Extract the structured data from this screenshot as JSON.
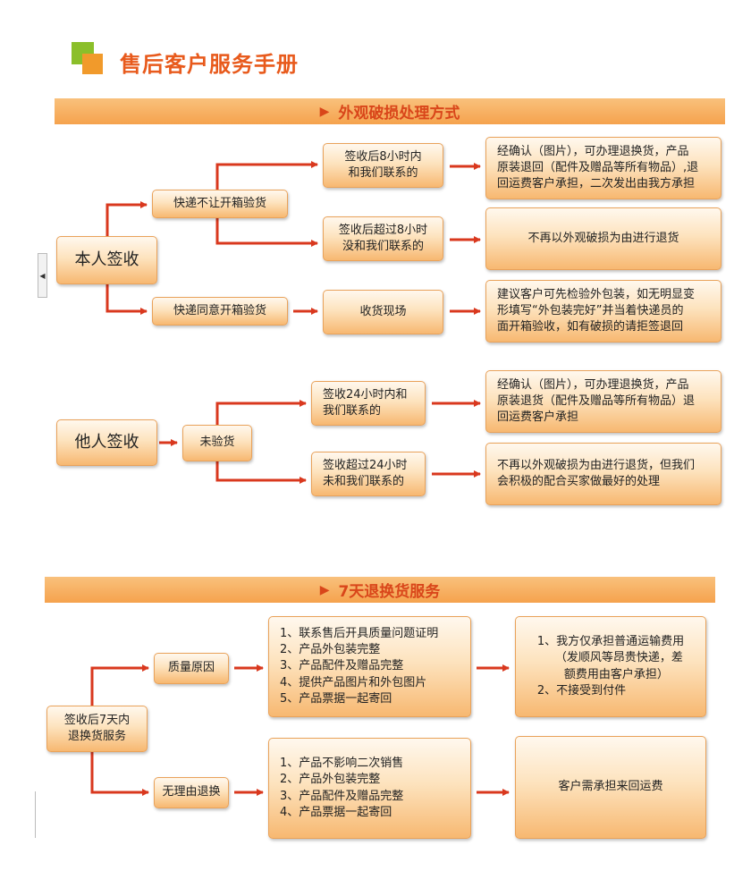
{
  "header": {
    "title": "售后客户服务手册"
  },
  "section1": {
    "title": "外观破损处理方式",
    "self_sign": "本人签收",
    "no_inspect": "快递不让开箱验货",
    "within8": [
      "签收后8小时内",
      "和我们联系的"
    ],
    "within8_result": [
      "经确认（图片），可办理退换货，产品",
      "原装退回（配件及赠品等所有物品）,退",
      "回运费客户承担，二次发出由我方承担"
    ],
    "over8": [
      "签收后超过8小时",
      "没和我们联系的"
    ],
    "over8_result": "不再以外观破损为由进行退货",
    "inspect": "快递同意开箱验货",
    "onsite": "收货现场",
    "onsite_result": [
      "建议客户可先检验外包装，如无明显变",
      "形填写“外包装完好”并当着快递员的",
      "面开箱验收，如有破损的请拒签退回"
    ],
    "other_sign": "他人签收",
    "not_inspected": "未验货",
    "within24": [
      "签收24小时内和",
      "我们联系的"
    ],
    "within24_result": [
      "经确认（图片），可办理退换货，产品",
      "原装退货（配件及赠品等所有物品）退",
      "回运费客户承担"
    ],
    "over24": [
      "签收超过24小时",
      "未和我们联系的"
    ],
    "over24_result": [
      "不再以外观破损为由进行退货，但我们",
      "会积极的配合买家做最好的处理"
    ]
  },
  "section2": {
    "title": "7天退换货服务",
    "root": [
      "签收后7天内",
      "退换货服务"
    ],
    "quality": "质量原因",
    "quality_reqs": [
      "1、联系售后开具质量问题证明",
      "2、产品外包装完整",
      "3、产品配件及赠品完整",
      "4、提供产品图片和外包图片",
      "5、产品票据一起寄回"
    ],
    "quality_result": [
      "1、我方仅承担普通运输费用",
      "（发顺风等昂贵快递，差",
      "额费用由客户承担）",
      "2、不接受到付件"
    ],
    "noreason": "无理由退换",
    "noreason_reqs": [
      "1、产品不影响二次销售",
      "2、产品外包装完整",
      "3、产品配件及赠品完整",
      "4、产品票据一起寄回"
    ],
    "noreason_result": "客户需承担来回运费"
  },
  "colors": {
    "arrow": "#d9381e",
    "band": "#f5a24d",
    "title": "#e85a1c",
    "box_border": "#e9a25a"
  }
}
